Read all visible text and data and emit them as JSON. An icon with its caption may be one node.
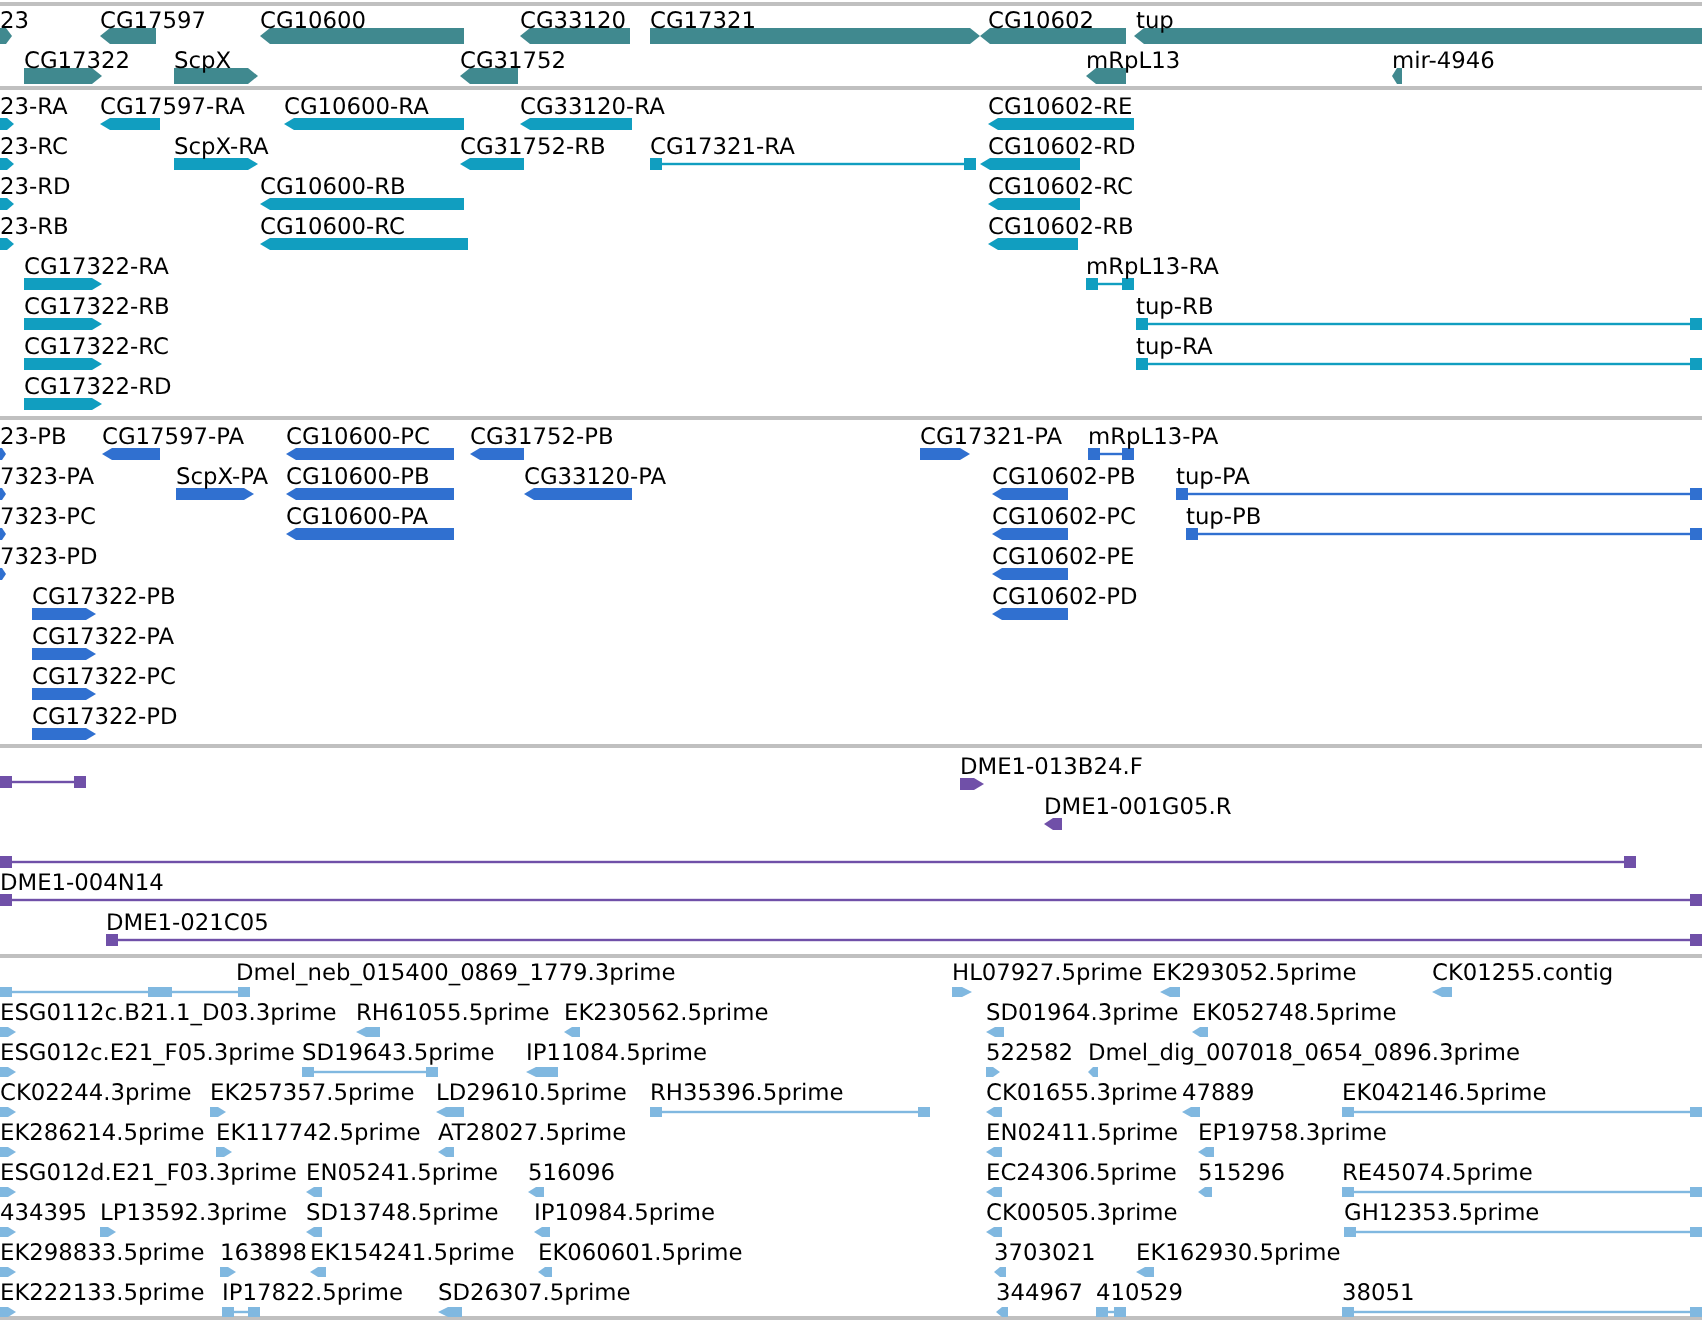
{
  "diagram": {
    "labels": [
      "23",
      "CG17597",
      "CG10600",
      "CG33120",
      "CG17321",
      "CG10602",
      "tup",
      "CG17322",
      "ScpX",
      "CG31752",
      "mRpL13",
      "mir-4946",
      "23-RA",
      "CG17597-RA",
      "CG10600-RA",
      "CG33120-RA",
      "CG10602-RE",
      "23-RC",
      "ScpX-RA",
      "CG31752-RB",
      "CG17321-RA",
      "CG10602-RD",
      "23-RD",
      "CG10600-RB",
      "CG10602-RC",
      "23-RB",
      "CG10600-RC",
      "CG10602-RB",
      "CG17322-RA",
      "mRpL13-RA",
      "CG17322-RB",
      "tup-RB",
      "CG17322-RC",
      "tup-RA",
      "CG17322-RD",
      "23-PB",
      "CG17597-PA",
      "CG10600-PC",
      "CG31752-PB",
      "CG17321-PA",
      "mRpL13-PA",
      "7323-PA",
      "ScpX-PA",
      "CG10600-PB",
      "CG33120-PA",
      "CG10602-PB",
      "tup-PA",
      "7323-PC",
      "CG10600-PA",
      "CG10602-PC",
      "tup-PB",
      "7323-PD",
      "CG10602-PE",
      "CG17322-PB",
      "CG10602-PD",
      "CG17322-PA",
      "CG17322-PC",
      "CG17322-PD",
      "DME1-013B24.F",
      "DME1-001G05.R",
      "DME1-004N14",
      "DME1-021C05",
      "Dmel_neb_015400_0869_1779.3prime",
      "HL07927.5prime",
      "EK293052.5prime",
      "CK01255.contig",
      "ESG0112c.B21.1_D03.3prime",
      "RH61055.5prime",
      "EK230562.5prime",
      "SD01964.3prime",
      "EK052748.5prime",
      "ESG012c.E21_F05.3prime",
      "SD19643.5prime",
      "IP11084.5prime",
      "522582",
      "Dmel_dig_007018_0654_0896.3prime",
      "CK02244.3prime",
      "EK257357.5prime",
      "LD29610.5prime",
      "RH35396.5prime",
      "CK01655.3prime",
      "47889",
      "EK042146.5prime",
      "EK286214.5prime",
      "EK117742.5prime",
      "AT28027.5prime",
      "EN02411.5prime",
      "EP19758.3prime",
      "ESG012d.E21_F03.3prime",
      "EN05241.5prime",
      "516096",
      "EC24306.5prime",
      "515296",
      "RE45074.5prime",
      "434395",
      "LP13592.3prime",
      "SD13748.5prime",
      "IP10984.5prime",
      "CK00505.3prime",
      "GH12353.5prime",
      "EK298833.5prime",
      "163898",
      "EK154241.5prime",
      "EK060601.5prime",
      "3703021",
      "EK162930.5prime",
      "EK222133.5prime",
      "IP17822.5prime",
      "SD26307.5prime",
      "344967",
      "410529",
      "38051"
    ]
  }
}
